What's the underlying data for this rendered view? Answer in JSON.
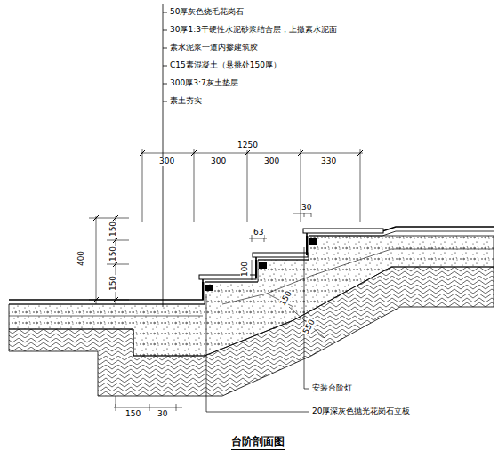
{
  "diagram": {
    "title": "台阶剖面图",
    "labels": [
      "50厚灰色烧毛花岗石",
      "30厚1:3干硬性水泥砂浆结合层，上撒素水泥面",
      "素水泥浆一道内掺建筑胶",
      "C15素混凝土（悬挑处150厚）",
      "300厚3:7灰土垫层",
      "素土夯实",
      "1250",
      "300",
      "300",
      "300",
      "330",
      "400",
      "150",
      "150",
      "150",
      "30",
      "63",
      "100",
      "150",
      "550",
      "安装台阶灯",
      "20厚深灰色抛光花岗石立板",
      "150",
      "30"
    ]
  }
}
